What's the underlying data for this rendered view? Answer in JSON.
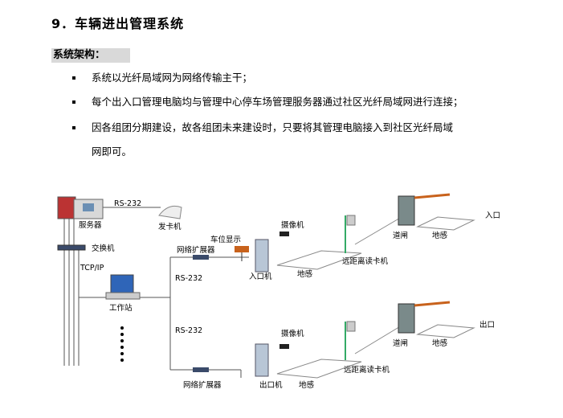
{
  "heading": "9．车辆进出管理系统",
  "section_label": "系统架构：",
  "bullets": [
    "系统以光纤局域网为网络传输主干；",
    "每个出入口管理电脑均与管理中心停车场管理服务器通过社区光纤局域网进行连接；",
    "因各组团分期建设，故各组团未来建设时，只要将其管理电脑接入到社区光纤局域",
    "网即可。"
  ],
  "diagram": {
    "server": "服务器",
    "rs232_top": "RS-232",
    "card_issuer": "发卡机",
    "switch": "交换机",
    "tcpip": "TCP/IP",
    "workstation": "工作站",
    "space_display": "车位显示",
    "net_expander_top": "网络扩展器",
    "net_expander_bottom": "网络扩展器",
    "rs232_mid": "RS-232",
    "rs232_low": "RS-232",
    "camera_top": "摄像机",
    "camera_bottom": "摄像机",
    "entry_machine": "入口机",
    "exit_machine": "出口机",
    "loop_a": "地感",
    "loop_b": "地感",
    "loop_c": "地感",
    "loop_d": "地感",
    "gate_top": "道闸",
    "gate_bottom": "道闸",
    "reader_top": "远距离读卡机",
    "reader_bottom": "远距离读卡机",
    "entrance": "入口",
    "exit": "出口"
  }
}
